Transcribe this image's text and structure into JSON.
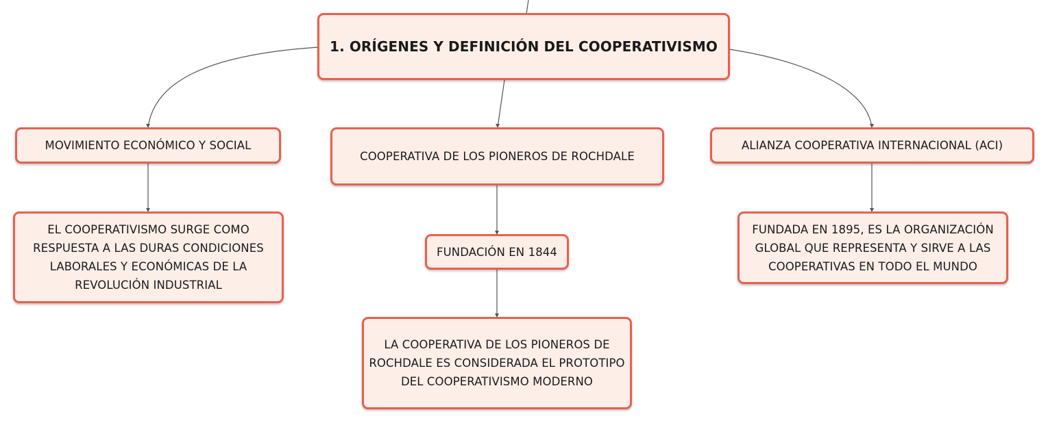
{
  "root": {
    "label": "1. ORÍGENES Y DEFINICIÓN DEL COOPERATIVISMO"
  },
  "branches": {
    "left": {
      "title": "MOVIMIENTO ECONÓMICO Y SOCIAL",
      "detail": "EL COOPERATIVISMO SURGE COMO\nRESPUESTA A LAS DURAS CONDICIONES\nLABORALES Y ECONÓMICAS DE LA\nREVOLUCIÓN INDUSTRIAL"
    },
    "center": {
      "title": "COOPERATIVA DE LOS PIONEROS DE ROCHDALE",
      "founding": "FUNDACIÓN EN 1844",
      "detail": "LA COOPERATIVA DE LOS PIONEROS DE\nROCHDALE ES CONSIDERADA EL PROTOTIPO\nDEL COOPERATIVISMO MODERNO"
    },
    "right": {
      "title": "ALIANZA COOPERATIVA INTERNACIONAL (ACI)",
      "detail": "FUNDADA EN 1895, ES LA ORGANIZACIÓN\nGLOBAL QUE REPRESENTA Y SIRVE A LAS\nCOOPERATIVAS EN TODO EL MUNDO"
    }
  },
  "colors": {
    "node_border": "#e8604d",
    "node_fill": "#fdeee8",
    "connector": "#555555"
  }
}
